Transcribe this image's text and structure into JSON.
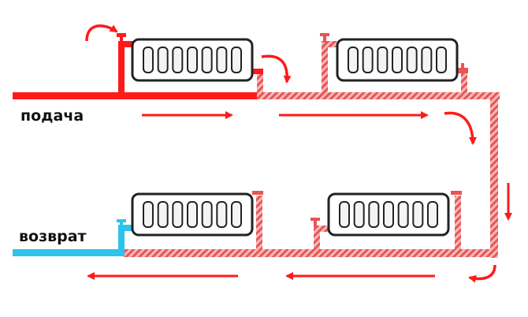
{
  "labels": {
    "supply": "подача",
    "return": "возврат"
  },
  "colors": {
    "supply": "#ff1a1a",
    "return_hatch": "#ee5b5b",
    "return_light": "#f7b9b9",
    "cold_return": "#2ec3ea",
    "radiator_outline": "#222222"
  },
  "radiator_fin_count": 7
}
